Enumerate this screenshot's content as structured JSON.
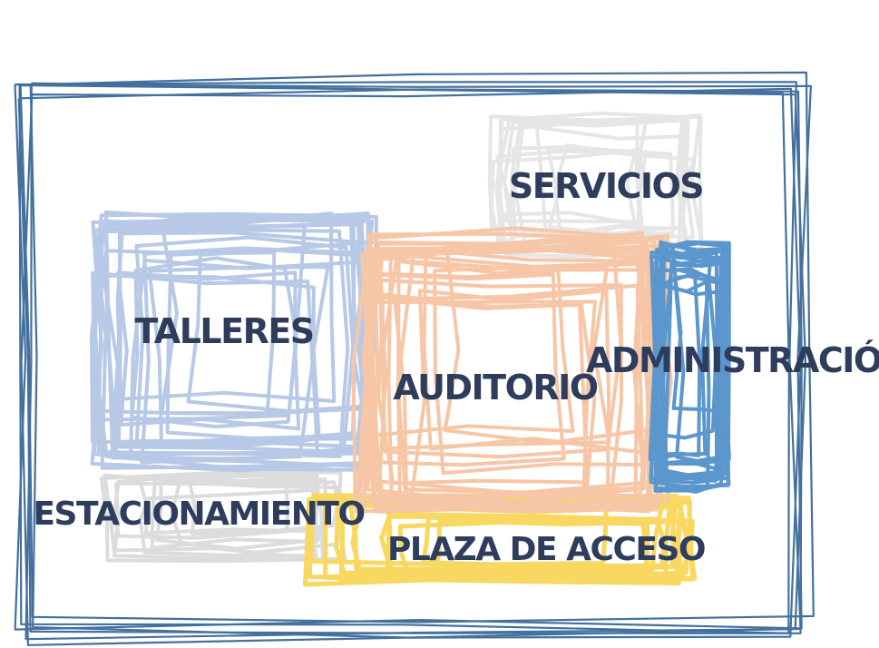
{
  "zones": {
    "servicios": {
      "label": "SERVICIOS",
      "color": "#e6e6e6"
    },
    "talleres": {
      "label": "TALLERES",
      "color": "#b7c9e6"
    },
    "auditorio": {
      "label": "AUDITORIO",
      "color": "#f6c6a6"
    },
    "administracion": {
      "label": "ADMINISTRACIÓN",
      "color": "#5b96cc"
    },
    "estacionamiento": {
      "label": "ESTACIONAMIENTO",
      "color": "#dcdcdc"
    },
    "plaza": {
      "label": "PLAZA DE ACCESO",
      "color": "#f8d860"
    }
  },
  "colors": {
    "boundary": "#44709e",
    "text": "#2e3d5c",
    "background": "#ffffff"
  }
}
